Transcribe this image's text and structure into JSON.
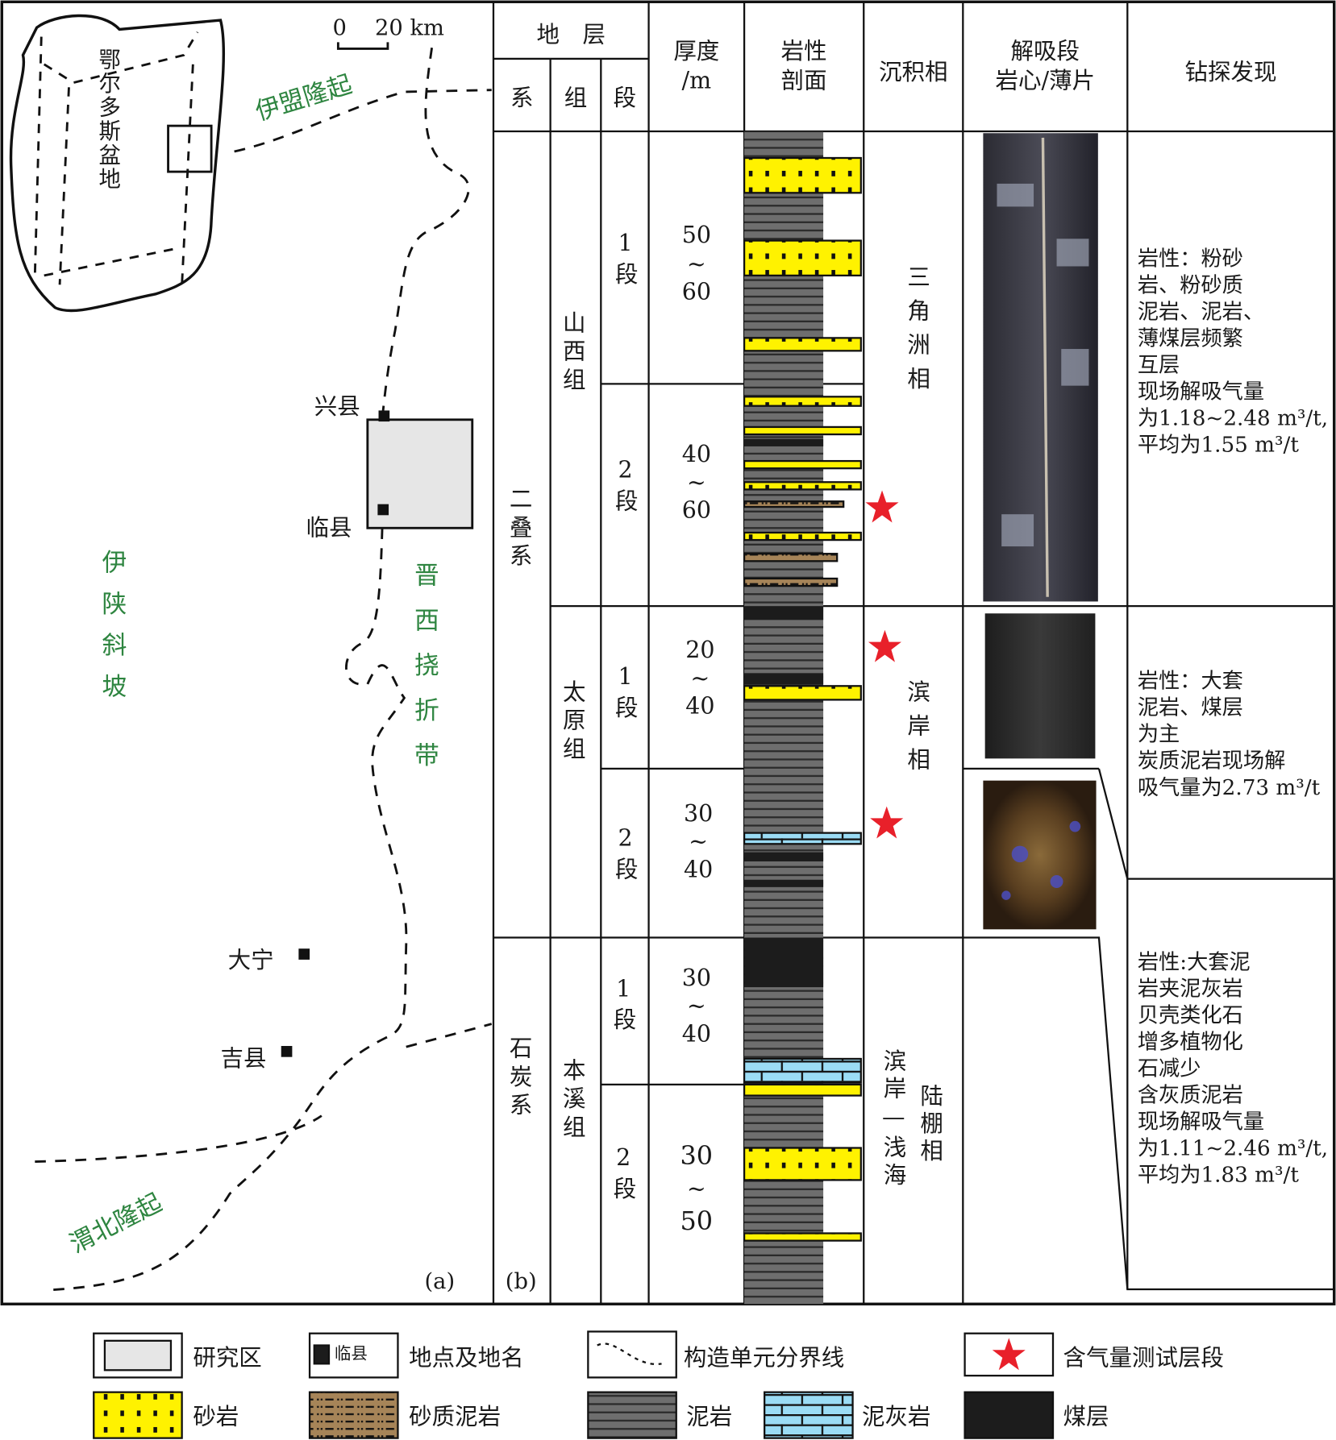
{
  "map": {
    "basin_label": "鄂尔多斯盆地",
    "scale_zero": "0",
    "scale_value": "20 km",
    "uplift_north": "伊盟隆起",
    "uplift_south": "渭北隆起",
    "slope": "伊陕斜坡",
    "fold_belt": "晋西挠折带",
    "towns": [
      "兴县",
      "临县",
      "大宁",
      "吉县"
    ],
    "panel_label": "(a)"
  },
  "column": {
    "panel_label": "(b)",
    "headers": {
      "strata": "地　层",
      "system": "系",
      "formation": "组",
      "member": "段",
      "thickness": [
        "厚度",
        "/m"
      ],
      "lithology": [
        "岩性",
        "剖面"
      ],
      "facies": "沉积相",
      "core": [
        "解吸段",
        "岩心/薄片"
      ],
      "findings": "钻探发现"
    },
    "systems": [
      "二叠系",
      "石炭系"
    ],
    "formations": [
      "山西组",
      "太原组",
      "本溪组"
    ],
    "members": [
      {
        "label": "1段",
        "thickness": [
          "50",
          "~",
          "60"
        ]
      },
      {
        "label": "2段",
        "thickness": [
          "40",
          "~",
          "60"
        ]
      },
      {
        "label": "1段",
        "thickness": [
          "20",
          "~",
          "40"
        ]
      },
      {
        "label": "2段",
        "thickness": [
          "30",
          "~",
          "40"
        ]
      },
      {
        "label": "1段",
        "thickness": [
          "30",
          "~",
          "40"
        ]
      },
      {
        "label": "2段",
        "thickness": [
          "30",
          "~",
          "50"
        ]
      }
    ],
    "facies": [
      "三角洲相",
      "滨岸相",
      "滨岸—浅海",
      "陆棚相"
    ],
    "findings": [
      [
        "岩性：粉砂",
        "岩、粉砂质",
        "泥岩、泥岩、",
        "薄煤层频繁",
        "互层",
        "现场解吸气量",
        "为1.18~2.48 m³/t,",
        "平均为1.55 m³/t"
      ],
      [
        "岩性：大套",
        "泥岩、煤层",
        "为主",
        "炭质泥岩现场解",
        "吸气量为2.73 m³/t"
      ],
      [
        "岩性:大套泥",
        "岩夹泥灰岩",
        "贝壳类化石",
        "增多植物化",
        "石减少",
        "含灰质泥岩",
        "现场解吸气量",
        "为1.11~2.46 m³/t,",
        "平均为1.83 m³/t"
      ]
    ]
  },
  "legend": {
    "items": [
      {
        "label": "研究区",
        "icon": "study-area-icon"
      },
      {
        "label": "地点及地名",
        "icon": "location-icon",
        "sample": "临县"
      },
      {
        "label": "构造单元分界线",
        "icon": "boundary-line-icon"
      },
      {
        "label": "含气量测试层段",
        "icon": "star-icon"
      },
      {
        "label": "砂岩",
        "icon": "sandstone-pattern"
      },
      {
        "label": "砂质泥岩",
        "icon": "sandy-mudstone-pattern"
      },
      {
        "label": "泥岩",
        "icon": "mudstone-pattern"
      },
      {
        "label": "泥灰岩",
        "icon": "marl-pattern"
      },
      {
        "label": "煤层",
        "icon": "coal-pattern"
      }
    ]
  },
  "colors": {
    "sandstone": "#fff200",
    "sandy_mudstone": "#a68458",
    "mudstone": "#6e6e6e",
    "marl": "#9bdcf5",
    "coal": "#1c1c1c",
    "star": "#e8202a",
    "label_green": "#2e8540"
  }
}
